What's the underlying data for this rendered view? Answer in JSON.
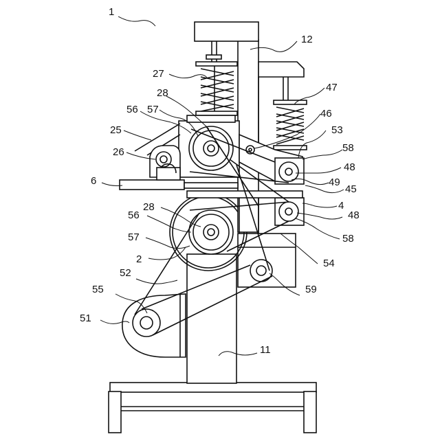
{
  "figure": {
    "labels": {
      "l1": "1",
      "l12": "12",
      "l27": "27",
      "l28a": "28",
      "l56a": "56",
      "l57a": "57",
      "l25": "25",
      "l26": "26",
      "l6": "6",
      "l47": "47",
      "l46": "46",
      "l53": "53",
      "l58a": "58",
      "l48a": "48",
      "l49": "49",
      "l45": "45",
      "l4": "4",
      "l48b": "48",
      "l58b": "58",
      "l28b": "28",
      "l56b": "56",
      "l57b": "57",
      "l2": "2",
      "l52": "52",
      "l54": "54",
      "l55": "55",
      "l59": "59",
      "l51": "51",
      "l11": "11"
    }
  }
}
